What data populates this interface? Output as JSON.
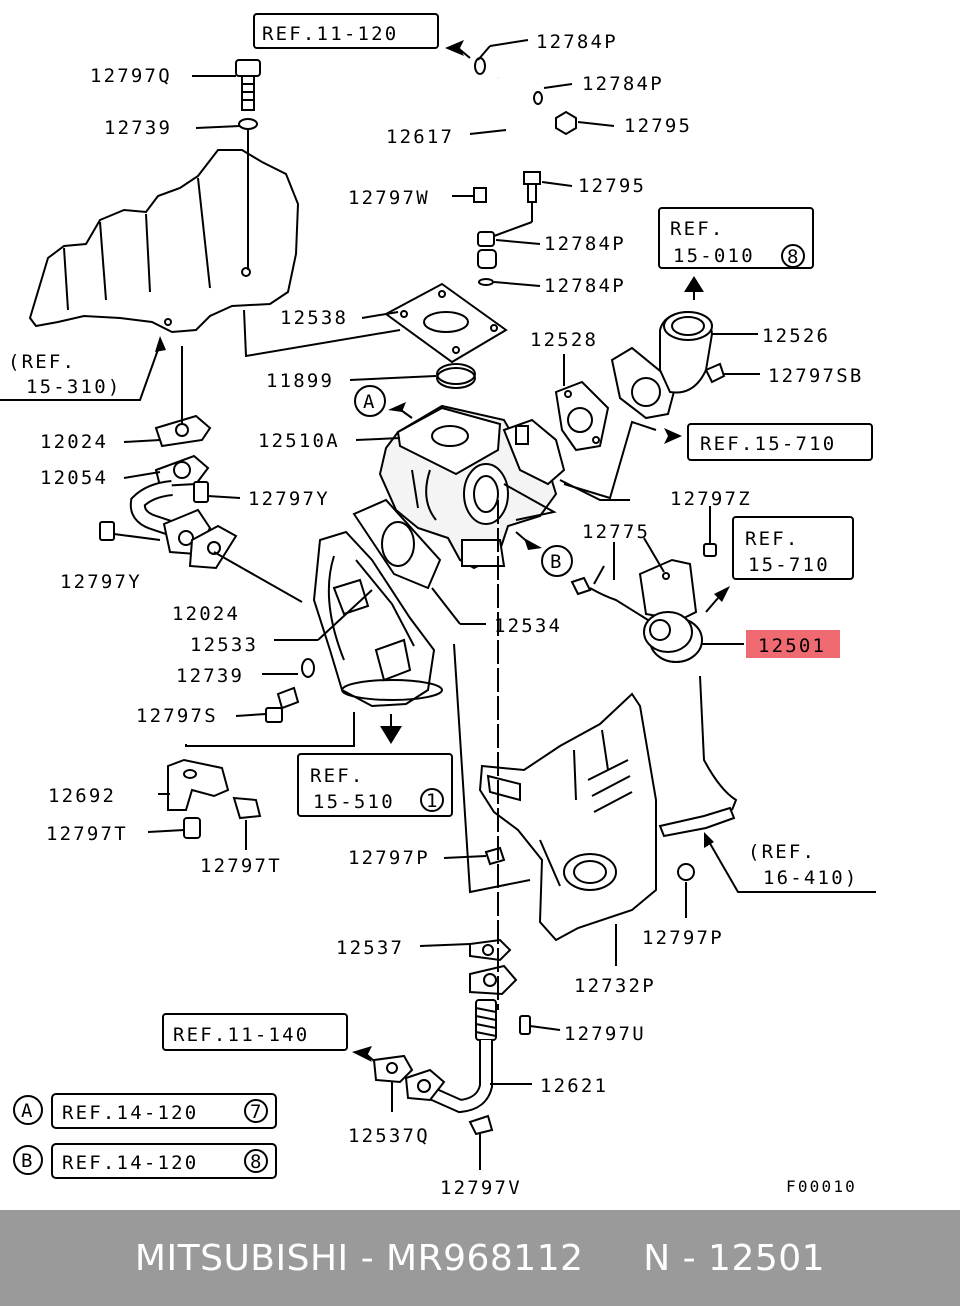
{
  "parts": {
    "p12784P_a": "12784P",
    "p12784P_b": "12784P",
    "p12784P_c": "12784P",
    "p12784P_d": "12784P",
    "p12797Q": "12797Q",
    "p12739_a": "12739",
    "p12739_b": "12739",
    "p12617": "12617",
    "p12795_a": "12795",
    "p12795_b": "12795",
    "p12797W": "12797W",
    "p12538": "12538",
    "p11899": "11899",
    "p12528": "12528",
    "p12526": "12526",
    "p12797SB": "12797SB",
    "p12510A": "12510A",
    "p12024_a": "12024",
    "p12024_b": "12024",
    "p12054": "12054",
    "p12797Y_a": "12797Y",
    "p12797Y_b": "12797Y",
    "p12797Z": "12797Z",
    "p12775": "12775",
    "p12533": "12533",
    "p12534": "12534",
    "p12501": "12501",
    "p12797S": "12797S",
    "p12692": "12692",
    "p12797T_a": "12797T",
    "p12797T_b": "12797T",
    "p12797P_a": "12797P",
    "p12797P_b": "12797P",
    "p12537": "12537",
    "p12732P": "12732P",
    "p12797U": "12797U",
    "p12621": "12621",
    "p12537Q": "12537Q",
    "p12797V": "12797V"
  },
  "refs": {
    "r_11_120": "REF.11-120",
    "r_15_010": "REF.",
    "r_15_010_b": "15-010",
    "r_15_010_c": "8",
    "r_15_310_a": "(REF.",
    "r_15_310_b": "15-310)",
    "r_15_710_a": "REF.15-710",
    "r_15_710_b1": "REF.",
    "r_15_710_b2": "15-710",
    "r_15_510_a": "REF.",
    "r_15_510_b": "15-510",
    "r_15_510_c": "1",
    "r_16_410_a": "(REF.",
    "r_16_410_b": "16-410)",
    "r_11_140": "REF.11-140"
  },
  "markers": {
    "A": "A",
    "B": "B"
  },
  "legend": [
    {
      "marker": "A",
      "ref": "REF.14-120",
      "num": "7"
    },
    {
      "marker": "B",
      "ref": "REF.14-120",
      "num": "8"
    }
  ],
  "figure_code": "F00010",
  "highlight_color": "#f06a72",
  "footer": {
    "text": "MITSUBISHI - MR968112     N - 12501"
  }
}
